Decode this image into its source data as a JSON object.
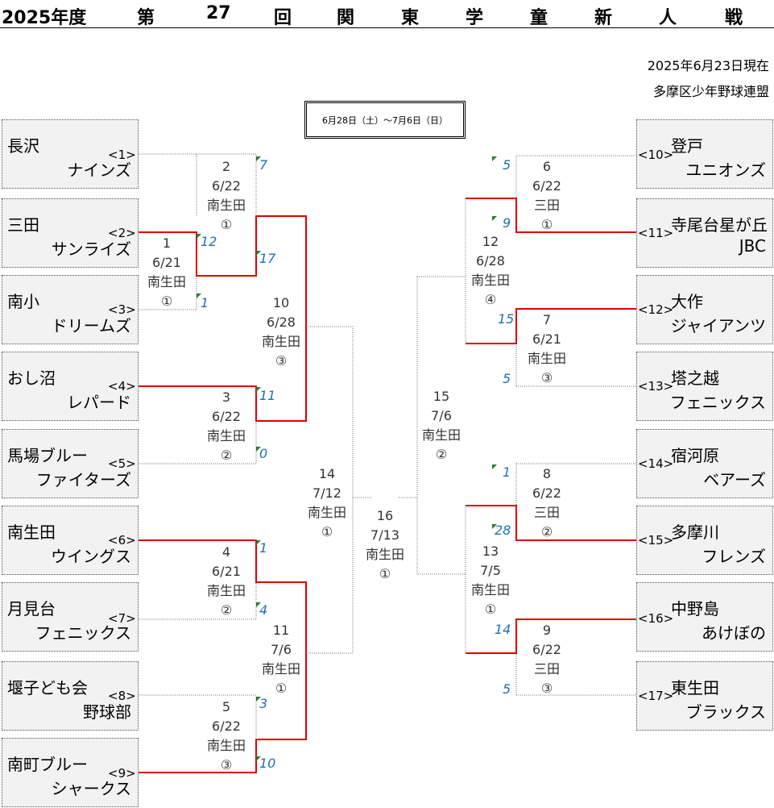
{
  "header": {
    "year_label": "2025年度",
    "title_chars": [
      "第",
      "27",
      "回",
      "関",
      "東",
      "学",
      "童",
      "新",
      "人",
      "戦"
    ]
  },
  "meta": {
    "as_of": "2025年6月23日現在",
    "organizer": "多摩区少年野球連盟"
  },
  "period": "6月28日（土）～7月6日（日）",
  "teams_left": [
    {
      "seed": "<1>",
      "line1": "長沢",
      "line2": "ナインズ"
    },
    {
      "seed": "<2>",
      "line1": "三田",
      "line2": "サンライズ"
    },
    {
      "seed": "<3>",
      "line1": "南小",
      "line2": "ドリームズ"
    },
    {
      "seed": "<4>",
      "line1": "おし沼",
      "line2": "レパード"
    },
    {
      "seed": "<5>",
      "line1": "馬場ブルー",
      "line2": "ファイターズ"
    },
    {
      "seed": "<6>",
      "line1": "南生田",
      "line2": "ウイングス"
    },
    {
      "seed": "<7>",
      "line1": "月見台",
      "line2": "フェニックス"
    },
    {
      "seed": "<8>",
      "line1": "堰子ども会",
      "line2": "野球部"
    },
    {
      "seed": "<9>",
      "line1": "南町ブルー",
      "line2": "シャークス"
    }
  ],
  "teams_right": [
    {
      "seed": "<10>",
      "line1": "登戸",
      "line2": "ユニオンズ"
    },
    {
      "seed": "<11>",
      "line1": "寺尾台星が丘",
      "line2": "JBC"
    },
    {
      "seed": "<12>",
      "line1": "大作",
      "line2": "ジャイアンツ"
    },
    {
      "seed": "<13>",
      "line1": "塔之越",
      "line2": "フェニックス"
    },
    {
      "seed": "<14>",
      "line1": "宿河原",
      "line2": "ベアーズ"
    },
    {
      "seed": "<15>",
      "line1": "多摩川",
      "line2": "フレンズ"
    },
    {
      "seed": "<16>",
      "line1": "中野島",
      "line2": "あけぼの"
    },
    {
      "seed": "<17>",
      "line1": "東生田",
      "line2": "ブラックス"
    }
  ],
  "matches": [
    {
      "id": "m1",
      "text": "1\n6/21\n南生田\n①"
    },
    {
      "id": "m2",
      "text": "2\n6/22\n南生田\n①"
    },
    {
      "id": "m3",
      "text": "3\n6/22\n南生田\n②"
    },
    {
      "id": "m4",
      "text": "4\n6/21\n南生田\n②"
    },
    {
      "id": "m5",
      "text": "5\n6/22\n南生田\n③"
    },
    {
      "id": "m6",
      "text": "6\n6/22\n三田\n①"
    },
    {
      "id": "m7",
      "text": "7\n6/21\n南生田\n③"
    },
    {
      "id": "m8",
      "text": "8\n6/22\n三田\n②"
    },
    {
      "id": "m9",
      "text": "9\n6/22\n三田\n③"
    },
    {
      "id": "m10",
      "text": "10\n6/28\n南生田\n③"
    },
    {
      "id": "m11",
      "text": "11\n7/6\n南生田\n①"
    },
    {
      "id": "m12",
      "text": "12\n6/28\n南生田\n④"
    },
    {
      "id": "m13",
      "text": "13\n7/5\n南生田\n①"
    },
    {
      "id": "m14",
      "text": "14\n7/12\n南生田\n①"
    },
    {
      "id": "m15",
      "text": "15\n7/6\n南生田\n②"
    },
    {
      "id": "m16",
      "text": "16\n7/13\n南生田\n①"
    }
  ],
  "scores": [
    "7",
    "12",
    "1",
    "17",
    "11",
    "0",
    "1",
    "4",
    "3",
    "10",
    "5",
    "9",
    "15",
    "5",
    "1",
    "28",
    "14",
    "5"
  ],
  "colors": {
    "winner_line": "#e00000",
    "score_text": "#1f6fb5",
    "flag": "#2b7a2b"
  }
}
